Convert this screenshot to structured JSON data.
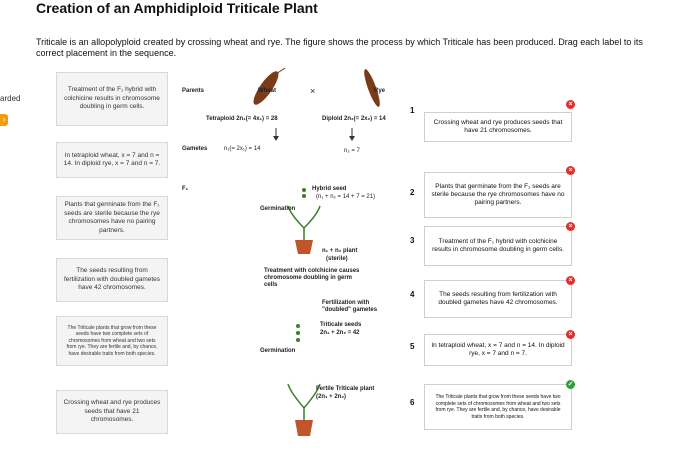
{
  "sidebar": {
    "label": "arded",
    "icon": "flag-icon"
  },
  "title": "Creation of an Amphidiploid Triticale Plant",
  "intro": "Triticale is an allopolyploid created by crossing wheat and rye. The figure shows the process by which Triticale has been produced. Drag each label to its correct placement in the sequence.",
  "bank": [
    "Treatment of the F₁ hybrid with colchicine results in chromosome doubling in germ cells.",
    "In tetraploid wheat, x = 7 and n = 14. In diploid rye, x = 7 and n = 7.",
    "Plants that germinate from the F₁ seeds are sterile because the rye chromosomes have no pairing partners.",
    "The seeds resulting from fertilization with doubled gametes have 42 chromosomes.",
    "The Triticale plants that grow from these seeds have two complete sets of chromosomes from wheat and two sets from rye. They are fertile and, by chance, have desirable traits from both species.",
    "Crossing wheat and rye produces seeds that have 21 chromosomes."
  ],
  "figure": {
    "parents": "Parents",
    "wheat": "Wheat",
    "cross": "×",
    "rye": "Rye",
    "tetraploid": "Tetraploid 2n₁(= 4x₁) = 28",
    "diploid": "Diploid 2n₂(= 2x₂) = 14",
    "gametes": "Gametes",
    "gam_wheat": "n₁(= 2x₁) = 14",
    "gam_rye": "n₂ = 7",
    "f1": "F₁",
    "hybrid_seed": "Hybrid seed",
    "hybrid_formula": "(n₁ + n₂ = 14 + 7 = 21)",
    "germination1": "Germination",
    "plant_sterile": "n₁ + n₂ plant",
    "sterile": "(sterile)",
    "treatment": "Treatment with colchicine causes chromosome doubling in germ cells",
    "fertilization": "Fertilization with \"doubled\" gametes",
    "triticale_seeds": "Triticale seeds",
    "triticale_formula": "2n₁ + 2n₂ = 42",
    "germination2": "Germination",
    "fertile_plant": "Fertile Triticale plant",
    "fertile_formula": "(2n₁ + 2n₂)"
  },
  "slots": [
    {
      "num": "1",
      "text": "Crossing wheat and rye produces seeds that have 21 chromosomes.",
      "status": "incorrect"
    },
    {
      "num": "2",
      "text": "Plants that germinate from the F₁ seeds are sterile because the rye chromosomes have no pairing partners.",
      "status": "incorrect"
    },
    {
      "num": "3",
      "text": "Treatment of the F₁ hybrid with colchicine results in chromosome doubling in germ cells.",
      "status": "incorrect"
    },
    {
      "num": "4",
      "text": "The seeds resulting from fertilization with doubled gametes have 42 chromosomes.",
      "status": "incorrect"
    },
    {
      "num": "5",
      "text": "In tetraploid wheat, x = 7 and n = 14. In diploid rye, x = 7 and n = 7.",
      "status": "incorrect"
    },
    {
      "num": "6",
      "text": "The Triticale plants that grow from these seeds have two complete sets of chromosomes from wheat and two sets from rye. They are fertile and, by chance, have desirable traits from both species.",
      "status": "correct"
    }
  ],
  "colors": {
    "incorrect": "#d9312c",
    "correct": "#2e9e3e",
    "leaf": "#7a3b1a",
    "pot": "#c0552b",
    "stem": "#3e7d2a"
  }
}
